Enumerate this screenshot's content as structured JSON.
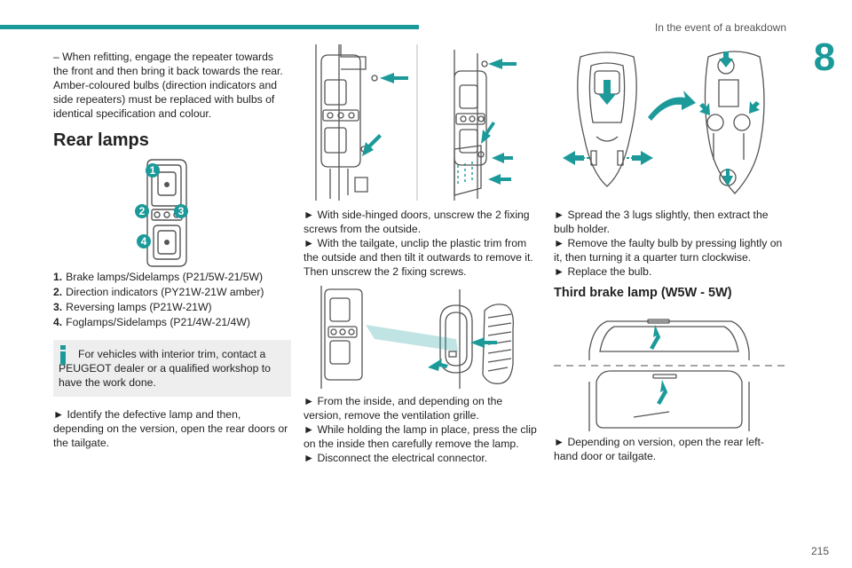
{
  "header": {
    "section_title": "In the event of a breakdown",
    "chapter": "8"
  },
  "col1": {
    "intro": "– When refitting, engage the repeater towards the front and then bring it back towards the rear. Amber-coloured bulbs (direction indicators and side repeaters) must be replaced with bulbs of identical specification and colour.",
    "heading": "Rear lamps",
    "figure_callouts": [
      "1",
      "2",
      "3",
      "4"
    ],
    "list": [
      {
        "num": "1.",
        "text": "Brake lamps/Sidelamps (P21/5W-21/5W)"
      },
      {
        "num": "2.",
        "text": "Direction indicators (PY21W-21W amber)"
      },
      {
        "num": "3.",
        "text": "Reversing lamps (P21W-21W)"
      },
      {
        "num": "4.",
        "text": "Foglamps/Sidelamps (P21/4W-21/4W)"
      }
    ],
    "info": "For vehicles with interior trim, contact a PEUGEOT dealer or a qualified workshop to have the work done.",
    "step": "► Identify the defective lamp and then, depending on the version, open the rear doors or the tailgate."
  },
  "col2": {
    "steps_a": [
      "► With side-hinged doors, unscrew the 2 fixing screws from the outside.",
      "► With the tailgate, unclip the plastic trim from the outside and then tilt it outwards to remove it. Then unscrew the 2 fixing screws."
    ],
    "steps_b": [
      "► From the inside, and depending on the version, remove the ventilation grille.",
      "► While holding the lamp in place, press the clip on the inside then carefully remove the lamp.",
      "► Disconnect the electrical connector."
    ]
  },
  "col3": {
    "steps_a": [
      "► Spread the 3 lugs slightly, then extract the bulb holder.",
      "► Remove the faulty bulb by pressing lightly on it, then turning it a quarter turn clockwise.",
      "► Replace the bulb."
    ],
    "heading": "Third brake lamp (W5W - 5W)",
    "steps_b": [
      "► Depending on version, open the rear left-hand door or tailgate."
    ]
  },
  "footer": {
    "page": "215"
  },
  "colors": {
    "accent": "#1c9a9a",
    "info_bg": "#eeeeee",
    "line": "#555555"
  }
}
